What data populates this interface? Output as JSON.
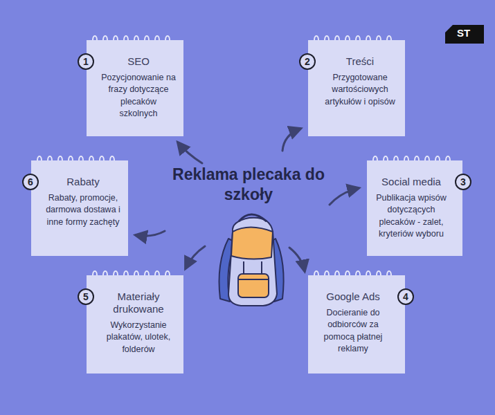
{
  "diagram": {
    "title": "Reklama plecaka do szkoły",
    "nodes": [
      {
        "text": [
          "1",
          "SEO",
          "Pozycjonowanie na frazy dotyczące plecaków szkolnych"
        ]
      },
      {
        "text": [
          "2",
          "Treści",
          "Przygotowane wartościowych artykułów i opisów"
        ]
      },
      {
        "text": [
          "3",
          "Social media",
          "Publikacja wpisów dotyczących plecaków - zalet, kryteriów wyboru"
        ]
      },
      {
        "text": [
          "4",
          "Google Ads",
          "Docieranie do odbiorców za pomocą płatnej reklamy"
        ]
      },
      {
        "text": [
          "5",
          "Materiały drukowane",
          "Wykorzystanie plakatów, ulotek, folderów"
        ]
      },
      {
        "text": [
          "6",
          "Rabaty",
          "Rabaty, promocje, darmowa dostawa i inne formy zachęty"
        ]
      }
    ],
    "labels": [
      "ST"
    ]
  }
}
